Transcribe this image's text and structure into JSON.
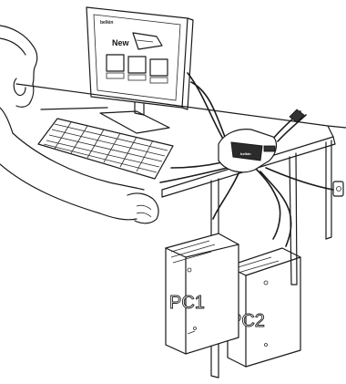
{
  "monitor": {
    "logo_text": "belkin",
    "screen_heading": "New"
  },
  "kvm_switch": {
    "logo_text": "belkin"
  },
  "computers": [
    {
      "label": "PC1"
    },
    {
      "label": "PC2"
    }
  ]
}
